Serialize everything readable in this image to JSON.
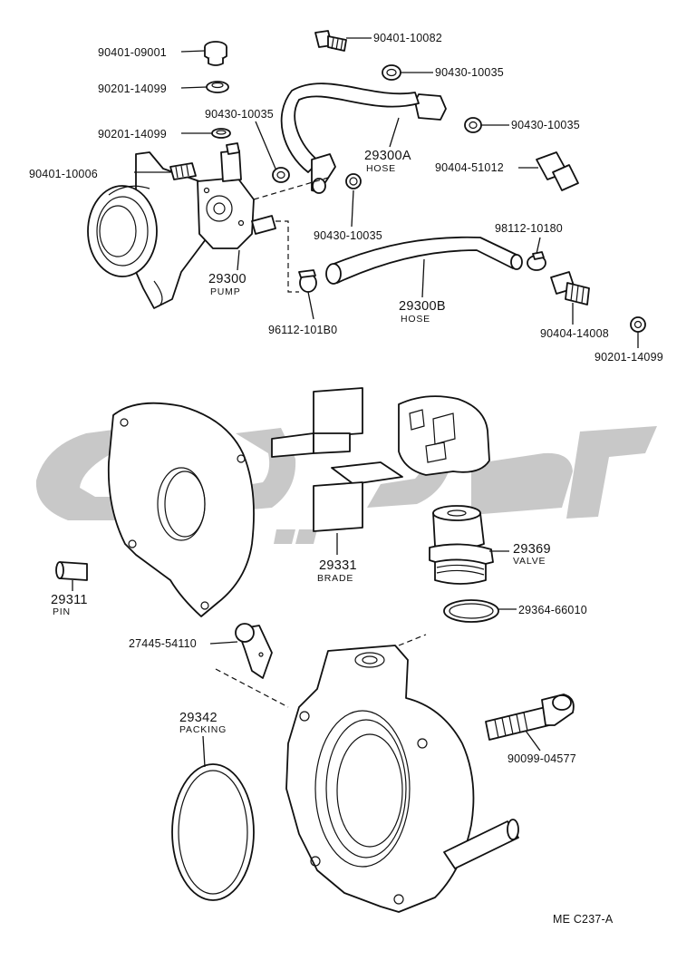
{
  "drawing_code": "ME C237-A",
  "labels": {
    "p90401_09001": "90401-09001",
    "p90201_14099_a": "90201-14099",
    "p90201_14099_b": "90201-14099",
    "p90201_14099_c": "90201-14099",
    "p90401_10082": "90401-10082",
    "p90430_10035_a": "90430-10035",
    "p90430_10035_b": "90430-10035",
    "p90430_10035_c": "90430-10035",
    "p90430_10035_d": "90430-10035",
    "p90401_10006": "90401-10006",
    "p90404_51012": "90404-51012",
    "p29300A": "29300A",
    "p29300A_name": "HOSE",
    "p29300": "29300",
    "p29300_name": "PUMP",
    "p98112_10180_a": "98112-10180",
    "p96112_10180_b": "96112-101B0",
    "p29300B": "29300B",
    "p29300B_name": "HOSE",
    "p90404_14008": "90404-14008",
    "p29331": "29331",
    "p29331_name": "BRADE",
    "p29369": "29369",
    "p29369_name": "VALVE",
    "p29311": "29311",
    "p29311_name": "PIN",
    "p29364_66010": "29364-66010",
    "p27445_54110": "27445-54110",
    "p29342": "29342",
    "p29342_name": "PACKING",
    "p90099_04577": "90099-04577"
  }
}
